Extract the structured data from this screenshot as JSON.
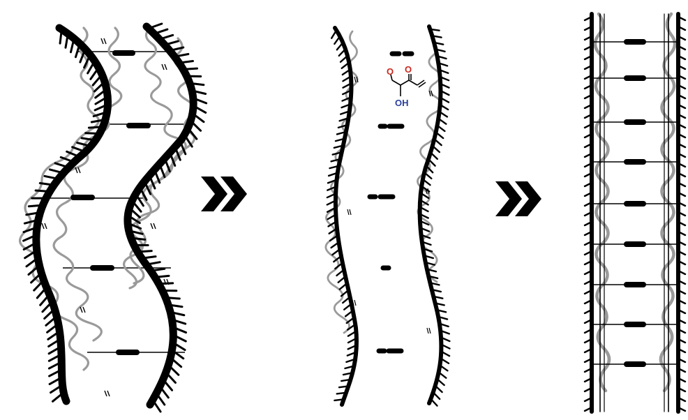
{
  "colors": {
    "strand": "#000000",
    "wavy": "#9a9a9a",
    "molecule_o": "#c8281e",
    "molecule_oh": "#2a3f9a"
  },
  "panels": [
    {
      "name": "stage-1",
      "icon": "curved-fiber-pair"
    },
    {
      "name": "stage-2",
      "icon": "separated-fibers-with-acrylic-acid"
    },
    {
      "name": "stage-3",
      "icon": "straight-crosslinked-fibers"
    }
  ],
  "arrows": [
    {
      "icon": "double-chevron-right-icon"
    },
    {
      "icon": "double-chevron-right-icon"
    }
  ],
  "molecule": {
    "name": "acrylic-acid",
    "labels": {
      "o1": "O",
      "o2": "O",
      "oh": "OH"
    }
  }
}
